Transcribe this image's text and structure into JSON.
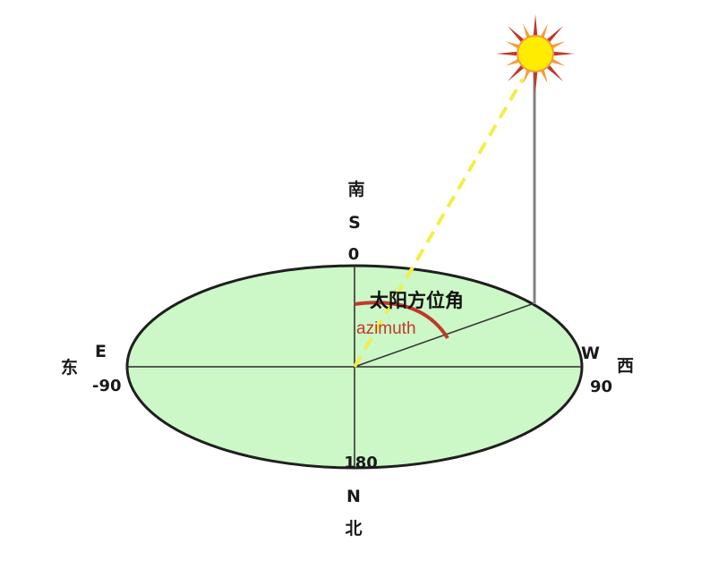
{
  "south": {
    "cn": "南",
    "letter": "S",
    "degree": "0"
  },
  "north": {
    "cn": "北",
    "letter": "N",
    "degree": "180"
  },
  "east": {
    "cn": "东",
    "letter": "E",
    "degree": "-90"
  },
  "west": {
    "cn": "西",
    "letter": "W",
    "degree": "90"
  },
  "azimuth": {
    "cn": "太阳方位角",
    "en": "azimuth"
  },
  "colors": {
    "ground_fill": "#ccf7c6",
    "ground_stroke": "#1f1f1f",
    "sun_ray": "#f2ee4a",
    "sun_core": "#ffec00",
    "sun_petals_dark": "#c0392b",
    "sun_petals_light": "#f39c3d",
    "arc": "#c0392b",
    "pole": "#808080"
  }
}
